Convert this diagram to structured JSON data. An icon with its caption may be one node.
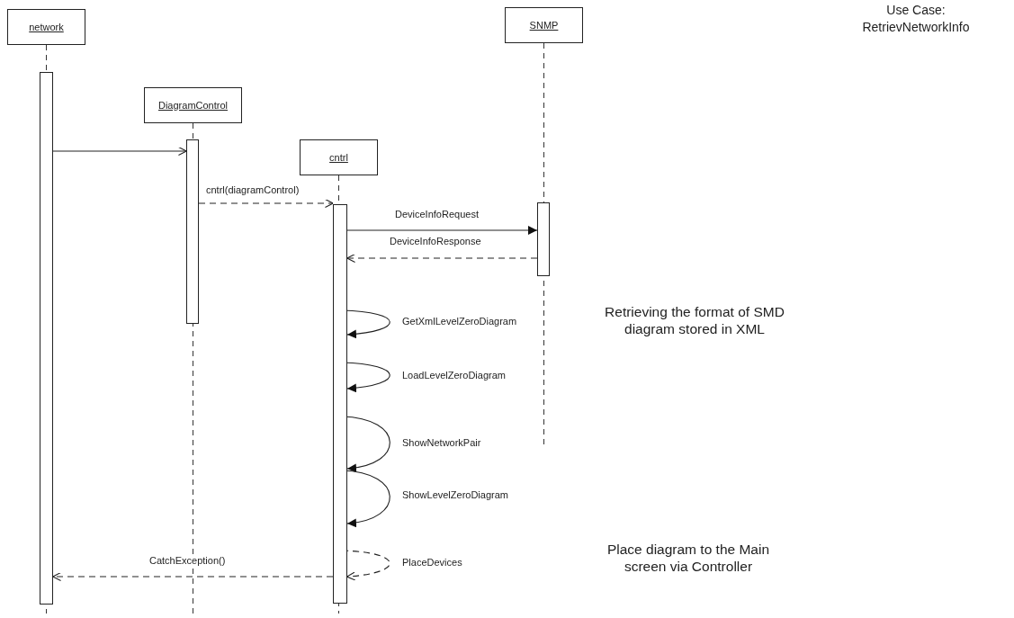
{
  "diagram": {
    "nodes": [
      {
        "text": [
          "network"
        ]
      },
      {
        "text": [
          "DiagramControl"
        ]
      },
      {
        "text": [
          "cntrl"
        ]
      },
      {
        "text": [
          "SNMP"
        ]
      },
      {
        "text": [],
        "shape": "bar"
      },
      {
        "text": [],
        "shape": "bar"
      },
      {
        "text": [],
        "shape": "bar"
      },
      {
        "text": [],
        "shape": "bar"
      }
    ],
    "edges": [
      {
        "from": 4,
        "to": 5,
        "arrow": "to"
      },
      {
        "from": 5,
        "to": 6,
        "arrow": "to",
        "label": "cntrl(diagramControl)",
        "style": "dashed"
      },
      {
        "from": 6,
        "to": 7,
        "arrow": "to",
        "label": "DeviceInfoRequest"
      },
      {
        "from": 7,
        "to": 6,
        "arrow": "to",
        "label": "DeviceInfoResponse",
        "style": "dashed"
      },
      {
        "from": 6,
        "to": 6,
        "arrow": "to",
        "label": "GetXmlLevelZeroDiagram"
      },
      {
        "from": 6,
        "to": 6,
        "arrow": "to",
        "label": "LoadLevelZeroDiagram"
      },
      {
        "from": 6,
        "to": 6,
        "arrow": "to",
        "label": "ShowNetworkPair"
      },
      {
        "from": 6,
        "to": 6,
        "arrow": "to",
        "label": "ShowLevelZeroDiagram"
      },
      {
        "from": 6,
        "to": 6,
        "arrow": "to",
        "label": "PlaceDevices",
        "style": "dashed"
      },
      {
        "from": 6,
        "to": 4,
        "arrow": "to",
        "label": "CatchException()",
        "style": "dashed"
      }
    ],
    "labels": [
      "Use Case: RetrievNetworkInfo",
      "Retrieving the format of SMD diagram stored in XML",
      "Place diagram to the Main screen via Controller"
    ]
  }
}
